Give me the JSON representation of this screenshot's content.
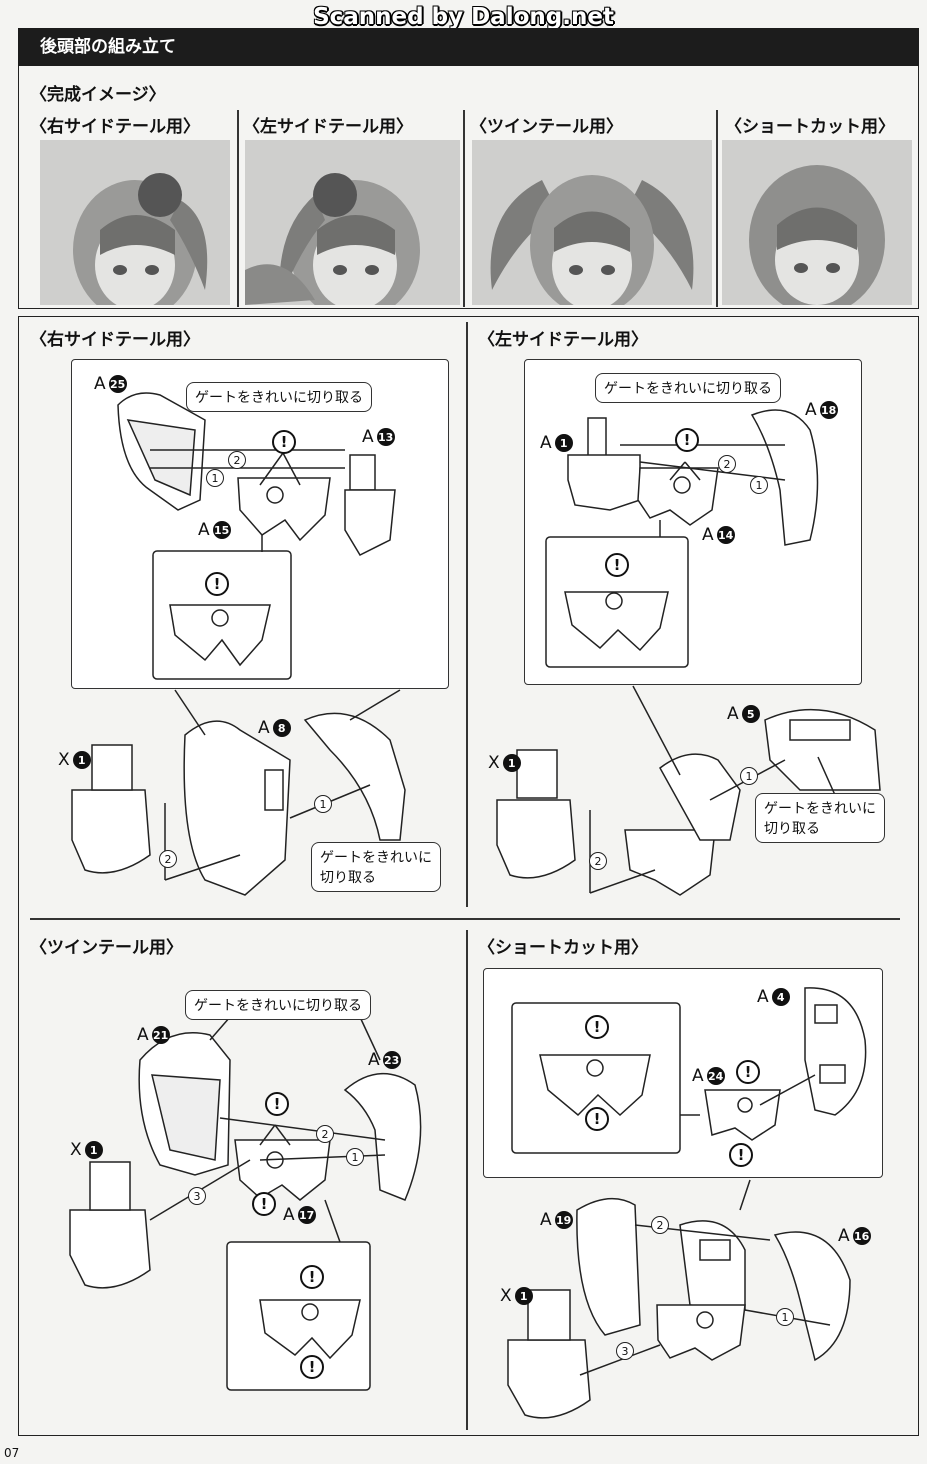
{
  "watermark": "Scanned by Dalong.net",
  "header": {
    "title": "後頭部の組み立て"
  },
  "completion": {
    "label": "〈完成イメージ〉",
    "columns": [
      {
        "title": "〈右サイドテール用〉"
      },
      {
        "title": "〈左サイドテール用〉"
      },
      {
        "title": "〈ツインテール用〉"
      },
      {
        "title": "〈ショートカット用〉"
      }
    ]
  },
  "sections": {
    "right_side": {
      "title": "〈右サイドテール用〉",
      "callout_top": "ゲートをきれいに切り取る",
      "callout_bottom": "ゲートをきれいに\n切り取る",
      "labels": {
        "a25": "A",
        "n25": "25",
        "a13": "A",
        "n13": "13",
        "a15": "A",
        "n15": "15",
        "a8": "A",
        "n8": "8",
        "x1": "X",
        "n1": "1"
      },
      "steps": {
        "s1": "1",
        "s2": "2",
        "s3": "1",
        "s4": "2"
      }
    },
    "left_side": {
      "title": "〈左サイドテール用〉",
      "callout_top": "ゲートをきれいに切り取る",
      "callout_bottom": "ゲートをきれいに\n切り取る",
      "labels": {
        "a1": "A",
        "n1": "1",
        "a18": "A",
        "n18": "18",
        "a14": "A",
        "n14": "14",
        "a5": "A",
        "n5": "5",
        "x1": "X",
        "nx1": "1"
      },
      "steps": {
        "s1": "2",
        "s2": "1",
        "s3": "1",
        "s4": "2"
      }
    },
    "twin_tail": {
      "title": "〈ツインテール用〉",
      "callout_top": "ゲートをきれいに切り取る",
      "labels": {
        "a21": "A",
        "n21": "21",
        "a23": "A",
        "n23": "23",
        "a17": "A",
        "n17": "17",
        "x1": "X",
        "nx1": "1"
      },
      "steps": {
        "s1": "2",
        "s2": "1",
        "s3": "3"
      }
    },
    "short_cut": {
      "title": "〈ショートカット用〉",
      "labels": {
        "a4": "A",
        "n4": "4",
        "a24": "A",
        "n24": "24",
        "a19": "A",
        "n19": "19",
        "a16": "A",
        "n16": "16",
        "x1": "X",
        "nx1": "1"
      },
      "steps": {
        "s1": "2",
        "s2": "1",
        "s3": "3"
      }
    }
  },
  "warn_symbol": "!",
  "page_number": "07"
}
